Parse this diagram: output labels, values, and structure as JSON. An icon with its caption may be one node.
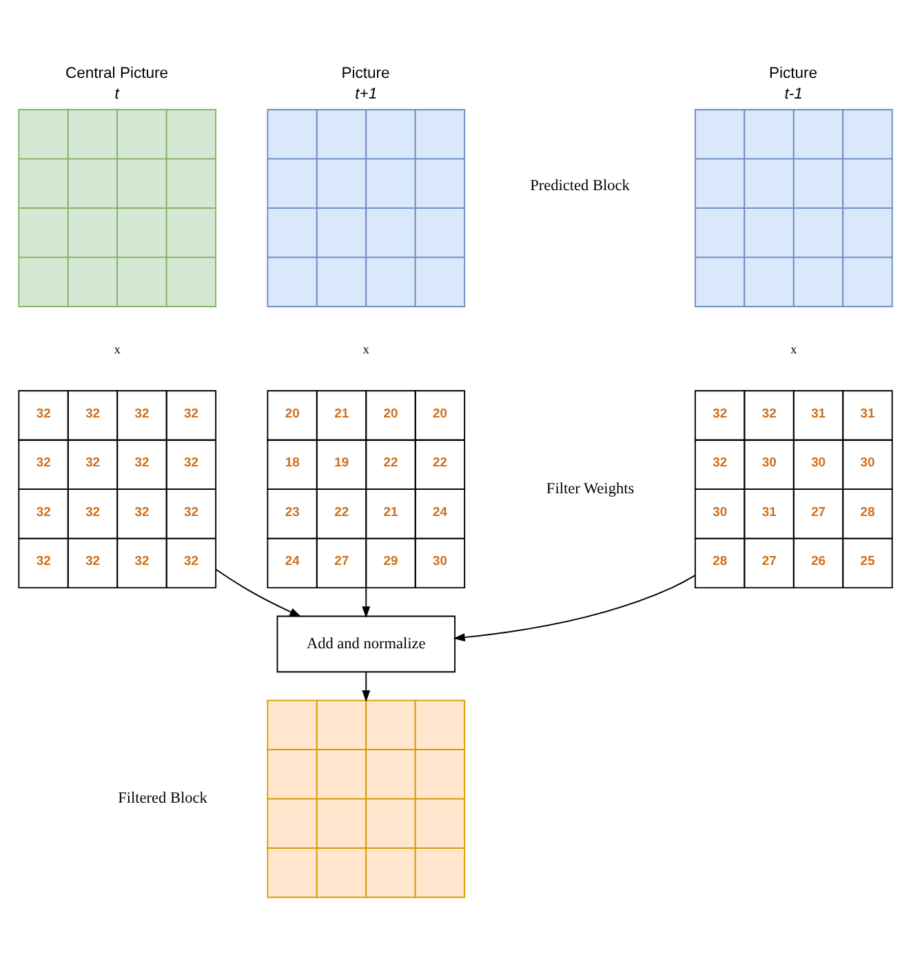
{
  "diagram": {
    "nodes": [
      {
        "text": [
          "Picture",
          "t-1"
        ]
      },
      {
        "text": [
          "Central Picture",
          "t"
        ]
      },
      {
        "text": [
          "Picture",
          "t+1"
        ]
      },
      {
        "text": [
          "32",
          "32",
          "31",
          "31",
          "32",
          "30",
          "30",
          "30",
          "30",
          "31",
          "27",
          "28",
          "28",
          "27",
          "26",
          "25"
        ]
      },
      {
        "text": [
          "32",
          "32",
          "32",
          "32",
          "32",
          "32",
          "32",
          "32",
          "32",
          "32",
          "32",
          "32",
          "32",
          "32",
          "32",
          "32"
        ]
      },
      {
        "text": [
          "20",
          "21",
          "20",
          "20",
          "18",
          "19",
          "22",
          "22",
          "23",
          "22",
          "21",
          "24",
          "24",
          "27",
          "29",
          "30"
        ]
      },
      {
        "text": [
          "Add and normalize"
        ]
      },
      {
        "text": [],
        "shape": "box"
      }
    ],
    "edges": [
      {
        "from": 3,
        "to": 6,
        "arrow": "to"
      },
      {
        "from": 4,
        "to": 6,
        "arrow": "to"
      },
      {
        "from": 5,
        "to": 6,
        "arrow": "to"
      },
      {
        "from": 6,
        "to": 7,
        "arrow": "to"
      }
    ],
    "labels": [
      "Predicted Block",
      "x",
      "x",
      "x",
      "Filter Weights",
      "Filtered Block"
    ]
  }
}
